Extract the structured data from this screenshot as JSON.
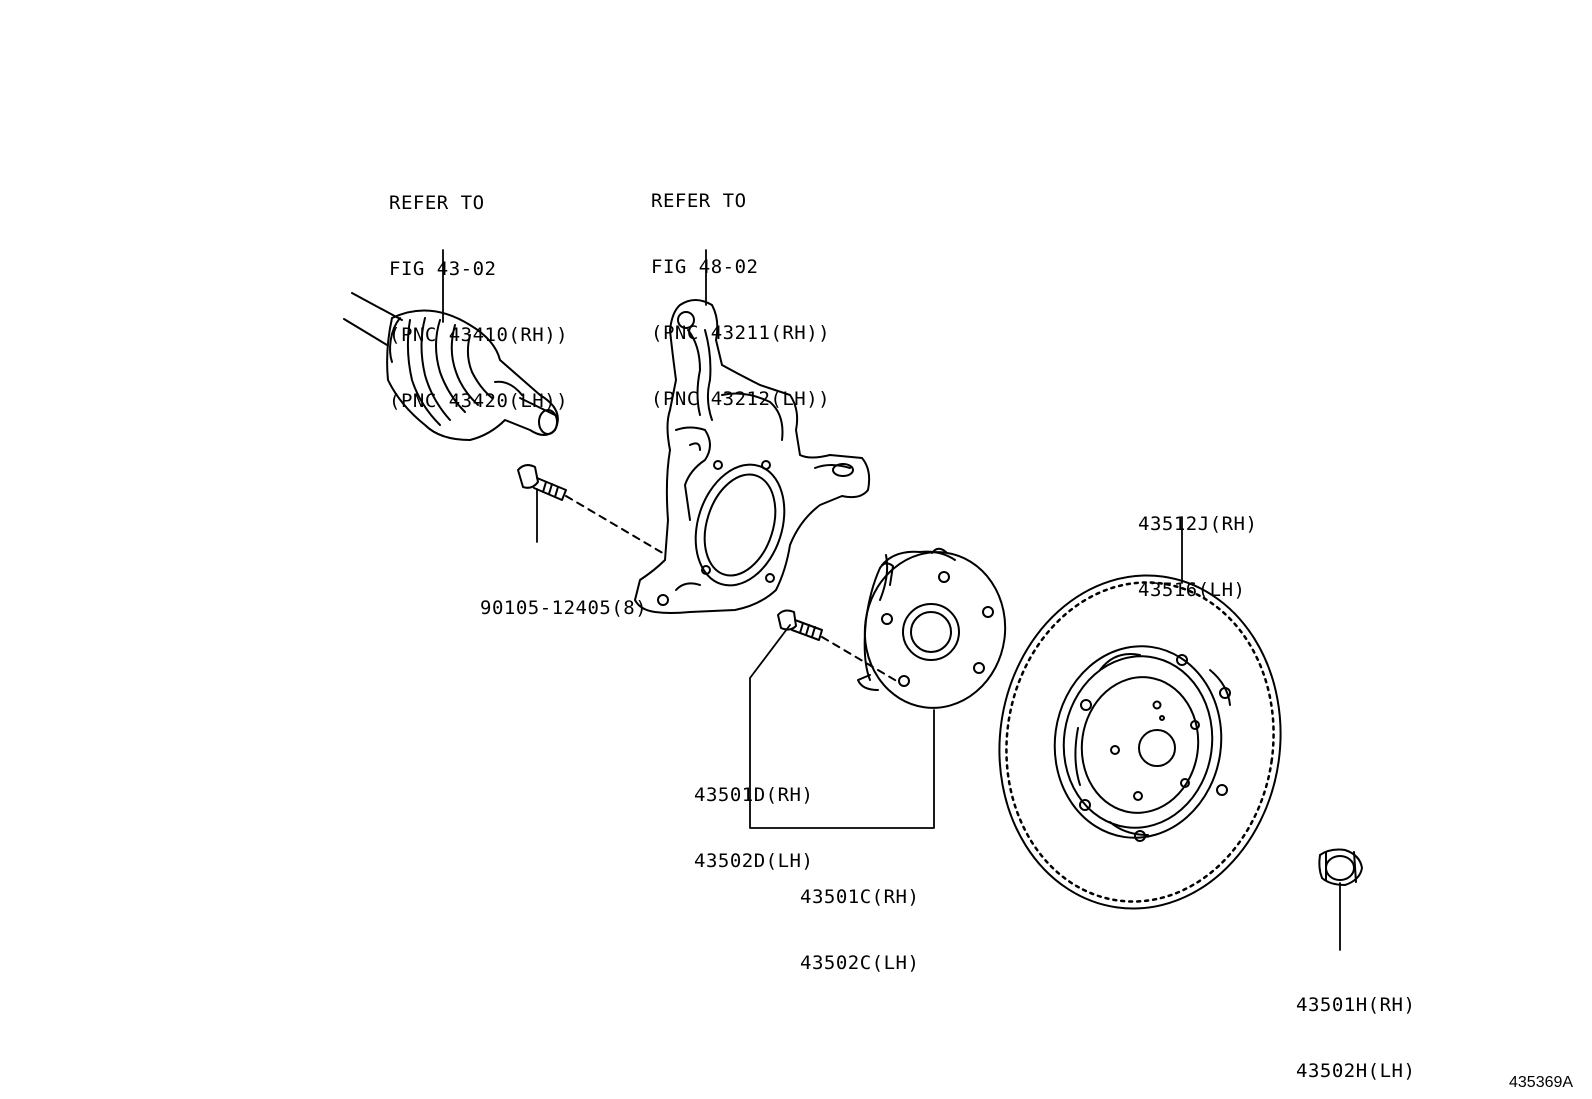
{
  "callouts": {
    "driveshaft": [
      "REFER TO",
      "FIG 43-02",
      "(PNC 43410(RH))",
      "(PNC 43420(LH))"
    ],
    "knuckle": [
      "REFER TO",
      "FIG 48-02",
      "(PNC 43211(RH))",
      "(PNC 43212(LH))"
    ],
    "knuckle_bolt": [
      "90105-12405(8)"
    ],
    "hub_bolt": [
      "43501D(RH)",
      "43502D(LH)"
    ],
    "hub_assembly": [
      "43501C(RH)",
      "43502C(LH)"
    ],
    "disc": [
      "43512J(RH)",
      "43516(LH)"
    ],
    "hub_nut": [
      "43501H(RH)",
      "43502H(LH)"
    ]
  },
  "figure_id": "435369A"
}
